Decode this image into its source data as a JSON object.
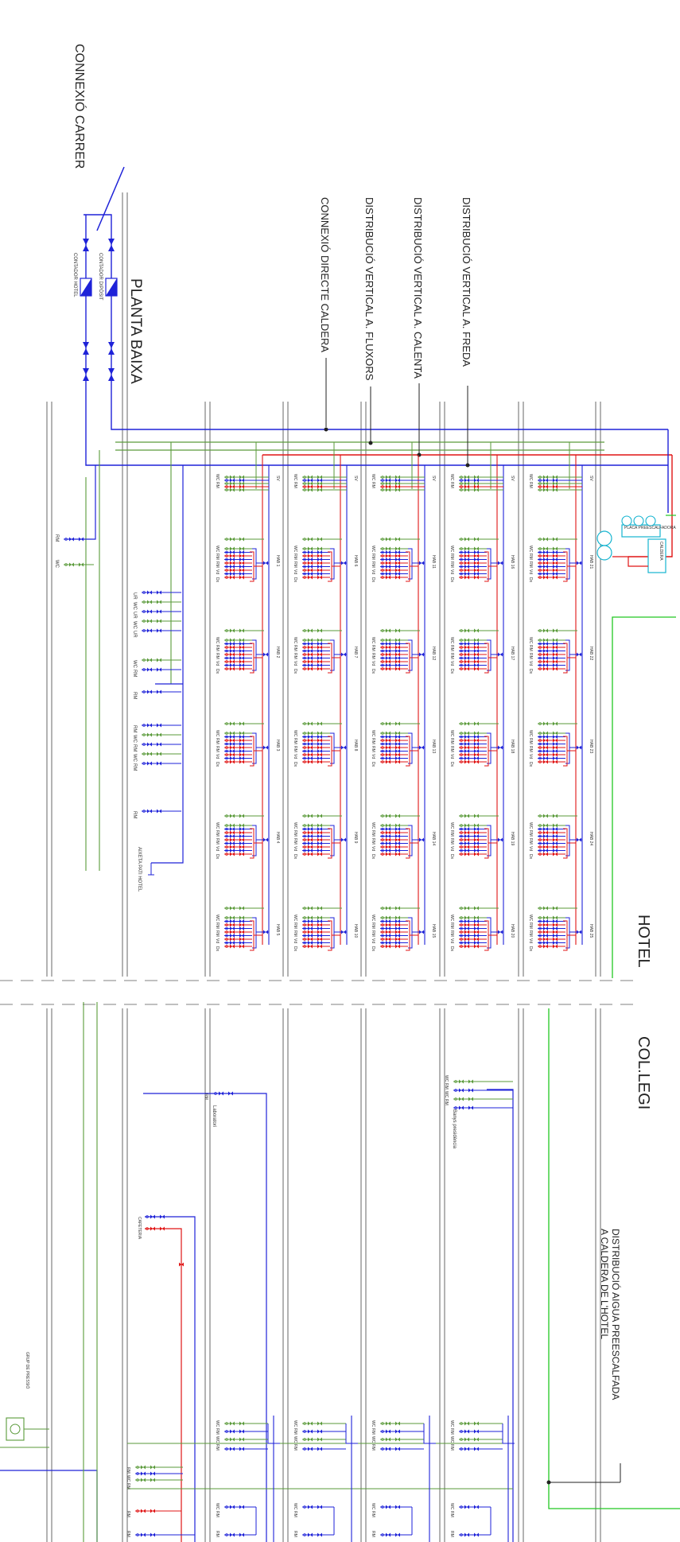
{
  "labels": {
    "connexio_carrer": "CONNEXIÓ CARRER",
    "planta_baixa": "PLANTA BAIXA",
    "connexio_directe": "CONNEXIÓ DIRECTE CALDERA",
    "dist_fluxors": "DISTRIBUCIÓ VERTICAL A. FLUXORS",
    "dist_calenta": "DISTRIBUCIÓ VERTICAL A. CALENTA",
    "dist_freda": "DISTRIBUCIÓ VERTICAL A. FREDA",
    "hotel": "HOTEL",
    "collegi": "COL.LEGI",
    "dist_preescalfada_1": "DISTRIBUCIÓ AIGUA PREESCALFADA",
    "dist_preescalfada_2": "A CALDERA DE L'HOTEL",
    "contador_diposit": "CONTADOR DIPÒSIT",
    "contador_hotel": "CONTADOR HOTEL",
    "aixeta_pati": "AIXETA PATI HOTEL",
    "laboratori": "Laboratori",
    "banys": "Banys presidència",
    "cafeteria": "CAFETERIA",
    "grup_pressio": "GRUP DE PRESSIÓ",
    "caldera": "CALDERA",
    "caldera_sub": "PLACA PREESCALFADORA"
  },
  "fixtures": {
    "room": [
      "WC",
      "RM",
      "RM",
      "Vd",
      "Dx"
    ],
    "sv": [
      "WC",
      "RM"
    ],
    "sv_tag": "SV"
  },
  "ground": {
    "rm": "RM",
    "wc": "WC",
    "group1": [
      "UR",
      "WC",
      "UR",
      "WC",
      "UR"
    ],
    "group2": [
      "WC",
      "RM"
    ],
    "rm2": "RM",
    "group3": [
      "RM",
      "WC",
      "RM",
      "WC",
      "RM"
    ],
    "rm3": "RM"
  },
  "rooms": [
    [
      "HAB 1",
      "HAB 2",
      "HAB 3",
      "HAB 4",
      "HAB 5"
    ],
    [
      "HAB 6",
      "HAB 7",
      "HAB 8",
      "HAB 9",
      "HAB 10"
    ],
    [
      "HAB 11",
      "HAB 12",
      "HAB 13",
      "HAB 14",
      "HAB 15"
    ],
    [
      "HAB 16",
      "HAB 17",
      "HAB 18",
      "HAB 19",
      "HAB 20"
    ],
    [
      "HAB 21",
      "HAB 22",
      "HAB 23",
      "HAB 24",
      "HAB 25"
    ]
  ],
  "college": {
    "wc_rm": [
      "WC",
      "RM",
      "WC",
      "RM"
    ],
    "triple": [
      "WC",
      "RM",
      "WC",
      "RM"
    ],
    "rm": "RM",
    "rm_wc_rm": [
      "RM",
      "WC",
      "RM"
    ],
    "lower": [
      "WC",
      "RM"
    ]
  },
  "colors": {
    "cold": "#1e22d8",
    "hot": "#e01414",
    "flush": "#5a9a3a",
    "bright_green": "#22c822",
    "cyan": "#14b4d0",
    "slab": "#8a8a8a",
    "divider": "#9a9a9a"
  }
}
